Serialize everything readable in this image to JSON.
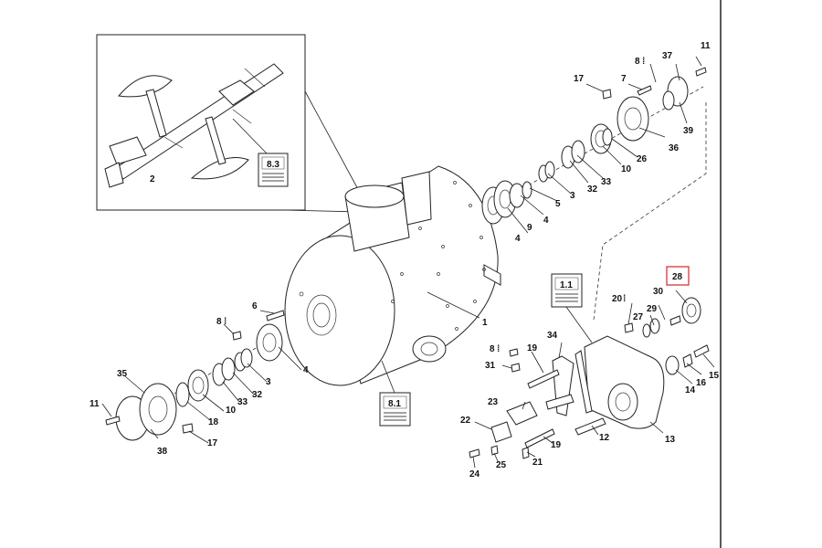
{
  "diagram": {
    "parts": [
      "1",
      "2",
      "3",
      "4",
      "5",
      "6",
      "7",
      "8",
      "9",
      "10",
      "11",
      "12",
      "13",
      "14",
      "15",
      "16",
      "17",
      "18",
      "19",
      "20",
      "21",
      "22",
      "23",
      "24",
      "25",
      "26",
      "27",
      "28",
      "29",
      "30",
      "31",
      "32",
      "33",
      "34",
      "35",
      "36",
      "37",
      "38",
      "39"
    ],
    "ref_boxes": [
      "8.3",
      "8.1",
      "1.1"
    ],
    "highlighted_part": "28",
    "highlight_color": "#d9333f",
    "small_glyph": "⁞"
  }
}
